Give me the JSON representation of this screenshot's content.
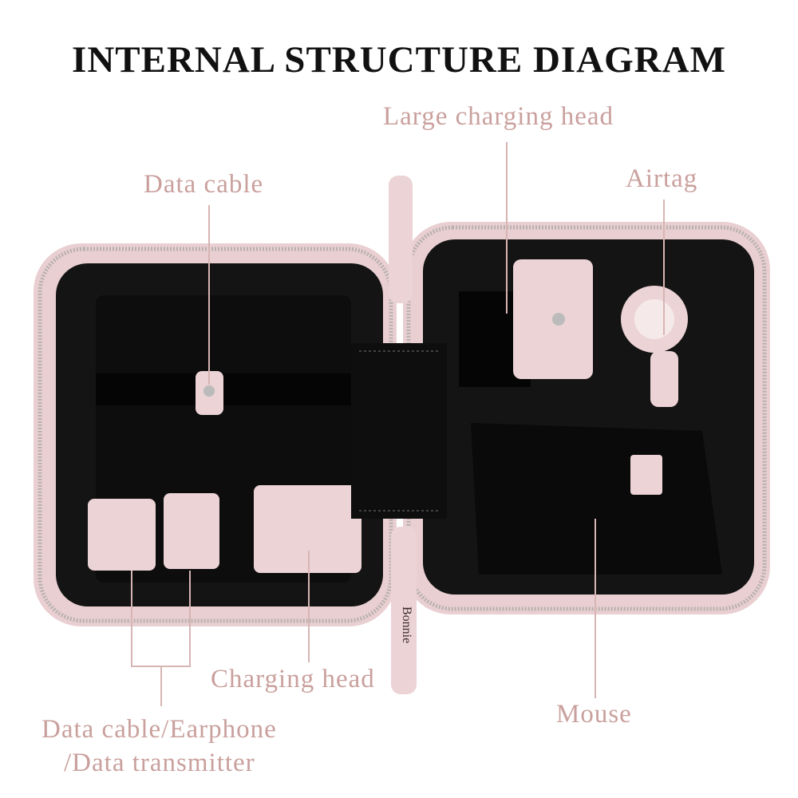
{
  "title": "INTERNAL STRUCTURE DIAGRAM",
  "labels": {
    "large_charging_head": "Large charging head",
    "data_cable": "Data cable",
    "airtag": "Airtag",
    "charging_head": "Charging head",
    "mouse": "Mouse",
    "multi_line1": "Data cable/Earphone",
    "multi_line2": "/Data transmitter"
  },
  "brand": "Bonnie",
  "colors": {
    "label": "#c9a09d",
    "leather": "#ecd3d6",
    "lining": "#111111",
    "zipper": "#b8b0ae"
  }
}
